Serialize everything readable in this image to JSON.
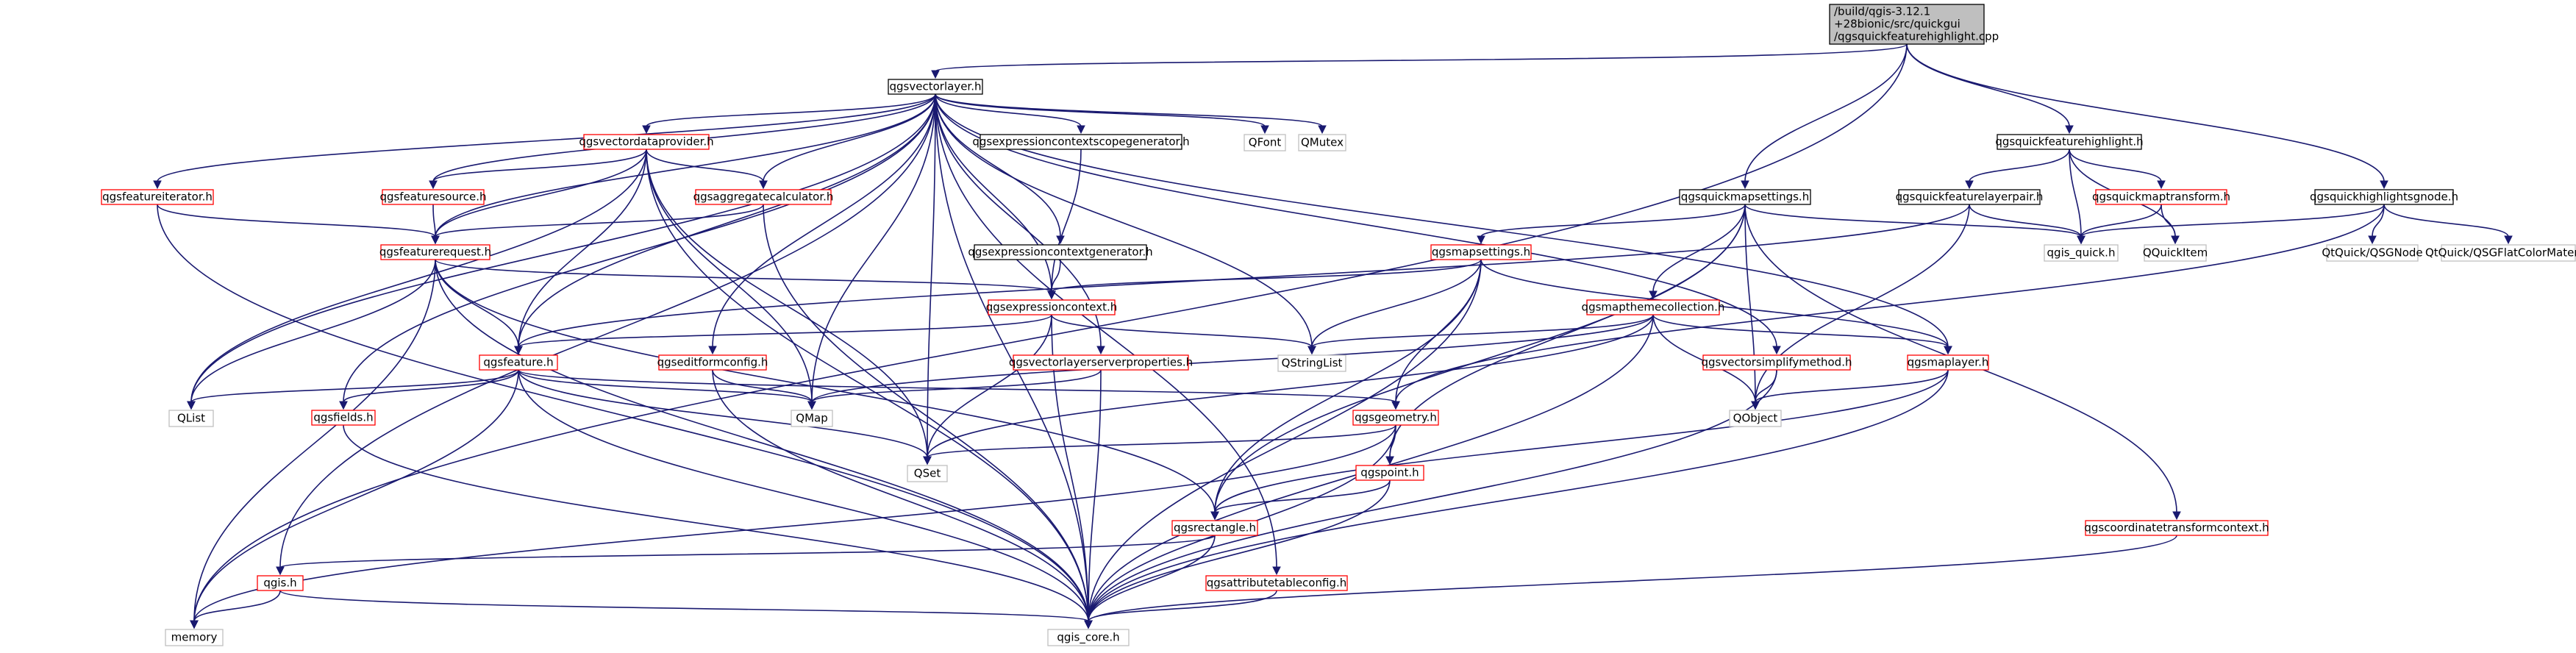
{
  "graph": {
    "nodes": [
      {
        "id": "root",
        "lines": [
          "/build/qgis-3.12.1",
          "+28bionic/src/quickgui",
          "/qgsquickfeaturehighlight.cpp"
        ],
        "style": "root"
      },
      {
        "id": "qgsvectorlayer",
        "lines": [
          "qgsvectorlayer.h"
        ],
        "style": "black"
      },
      {
        "id": "memory",
        "lines": [
          "memory"
        ],
        "style": "gray"
      },
      {
        "id": "qgsquickmapsettings",
        "lines": [
          "qgsquickmapsettings.h"
        ],
        "style": "black"
      },
      {
        "id": "qgsquickfeaturehighlight",
        "lines": [
          "qgsquickfeaturehighlight.h"
        ],
        "style": "black"
      },
      {
        "id": "qgsquickhighlightsgnode",
        "lines": [
          "qgsquickhighlightsgnode.h"
        ],
        "style": "black"
      },
      {
        "id": "qgsvectordataprovider",
        "lines": [
          "qgsvectordataprovider.h"
        ],
        "style": "red"
      },
      {
        "id": "qgsexpressioncontextscopegenerator",
        "lines": [
          "qgsexpressioncontextscopegenerator.h"
        ],
        "style": "black"
      },
      {
        "id": "QFont",
        "lines": [
          "QFont"
        ],
        "style": "gray"
      },
      {
        "id": "QMutex",
        "lines": [
          "QMutex"
        ],
        "style": "gray"
      },
      {
        "id": "qgsfeatureiterator",
        "lines": [
          "qgsfeatureiterator.h"
        ],
        "style": "red"
      },
      {
        "id": "qgsfeaturesource",
        "lines": [
          "qgsfeaturesource.h"
        ],
        "style": "red"
      },
      {
        "id": "qgsaggregatecalculator",
        "lines": [
          "qgsaggregatecalculator.h"
        ],
        "style": "red"
      },
      {
        "id": "qgsquickfeaturelayerpair",
        "lines": [
          "qgsquickfeaturelayerpair.h"
        ],
        "style": "black"
      },
      {
        "id": "qgsquickmaptransform",
        "lines": [
          "qgsquickmaptransform.h"
        ],
        "style": "red"
      },
      {
        "id": "qgsfeaturerequest",
        "lines": [
          "qgsfeaturerequest.h"
        ],
        "style": "red"
      },
      {
        "id": "qgsexpressioncontextgenerator",
        "lines": [
          "qgsexpressioncontextgenerator.h"
        ],
        "style": "black"
      },
      {
        "id": "qgsmapsettings",
        "lines": [
          "qgsmapsettings.h"
        ],
        "style": "red"
      },
      {
        "id": "qgis_quick",
        "lines": [
          "qgis_quick.h"
        ],
        "style": "gray"
      },
      {
        "id": "QQuickItem",
        "lines": [
          "QQuickItem"
        ],
        "style": "gray"
      },
      {
        "id": "QtQuickQSGNode",
        "lines": [
          "QtQuick/QSGNode"
        ],
        "style": "gray"
      },
      {
        "id": "QtQuickQSGFlatColorMaterial",
        "lines": [
          "QtQuick/QSGFlatColorMaterial"
        ],
        "style": "gray"
      },
      {
        "id": "qgsexpressioncontext",
        "lines": [
          "qgsexpressioncontext.h"
        ],
        "style": "red"
      },
      {
        "id": "qgsmapthemecollection",
        "lines": [
          "qgsmapthemecollection.h"
        ],
        "style": "red"
      },
      {
        "id": "qgsfeature",
        "lines": [
          "qgsfeature.h"
        ],
        "style": "red"
      },
      {
        "id": "qgseditformconfig",
        "lines": [
          "qgseditformconfig.h"
        ],
        "style": "red"
      },
      {
        "id": "qgsvectorlayerserverproperties",
        "lines": [
          "qgsvectorlayerserverproperties.h"
        ],
        "style": "red"
      },
      {
        "id": "QStringList",
        "lines": [
          "QStringList"
        ],
        "style": "gray"
      },
      {
        "id": "qgsvectorsimplifymethod",
        "lines": [
          "qgsvectorsimplifymethod.h"
        ],
        "style": "red"
      },
      {
        "id": "qgsmaplayer",
        "lines": [
          "qgsmaplayer.h"
        ],
        "style": "red"
      },
      {
        "id": "QList",
        "lines": [
          "QList"
        ],
        "style": "gray"
      },
      {
        "id": "qgsfields",
        "lines": [
          "qgsfields.h"
        ],
        "style": "red"
      },
      {
        "id": "QMap",
        "lines": [
          "QMap"
        ],
        "style": "gray"
      },
      {
        "id": "qgsgeometry",
        "lines": [
          "qgsgeometry.h"
        ],
        "style": "red"
      },
      {
        "id": "QObject",
        "lines": [
          "QObject"
        ],
        "style": "gray"
      },
      {
        "id": "QSet",
        "lines": [
          "QSet"
        ],
        "style": "gray"
      },
      {
        "id": "qgspoint",
        "lines": [
          "qgspoint.h"
        ],
        "style": "red"
      },
      {
        "id": "qgsrectangle",
        "lines": [
          "qgsrectangle.h"
        ],
        "style": "red"
      },
      {
        "id": "qgscoordinatetransformcontext",
        "lines": [
          "qgscoordinatetransformcontext.h"
        ],
        "style": "red"
      },
      {
        "id": "qgis",
        "lines": [
          "qgis.h"
        ],
        "style": "red"
      },
      {
        "id": "qgsattributetableconfig",
        "lines": [
          "qgsattributetableconfig.h"
        ],
        "style": "red"
      },
      {
        "id": "qgis_core",
        "lines": [
          "qgis_core.h"
        ],
        "style": "gray"
      }
    ],
    "edges": [
      [
        "root",
        "qgsvectorlayer"
      ],
      [
        "root",
        "memory"
      ],
      [
        "root",
        "qgsquickmapsettings"
      ],
      [
        "root",
        "qgsquickfeaturehighlight"
      ],
      [
        "root",
        "qgsquickhighlightsgnode"
      ],
      [
        "qgsvectorlayer",
        "qgsvectordataprovider"
      ],
      [
        "qgsvectorlayer",
        "qgsexpressioncontextscopegenerator"
      ],
      [
        "qgsvectorlayer",
        "QFont"
      ],
      [
        "qgsvectorlayer",
        "QMutex"
      ],
      [
        "qgsvectorlayer",
        "qgsfeatureiterator"
      ],
      [
        "qgsvectorlayer",
        "qgsfeaturesource"
      ],
      [
        "qgsvectorlayer",
        "qgsaggregatecalculator"
      ],
      [
        "qgsvectorlayer",
        "qgsfeaturerequest"
      ],
      [
        "qgsvectorlayer",
        "qgsexpressioncontextgenerator"
      ],
      [
        "qgsvectorlayer",
        "qgsexpressioncontext"
      ],
      [
        "qgsvectorlayer",
        "qgsfeature"
      ],
      [
        "qgsvectorlayer",
        "qgseditformconfig"
      ],
      [
        "qgsvectorlayer",
        "qgsvectorlayerserverproperties"
      ],
      [
        "qgsvectorlayer",
        "QStringList"
      ],
      [
        "qgsvectorlayer",
        "qgsvectorsimplifymethod"
      ],
      [
        "qgsvectorlayer",
        "qgsmaplayer"
      ],
      [
        "qgsvectorlayer",
        "QList"
      ],
      [
        "qgsvectorlayer",
        "qgsfields"
      ],
      [
        "qgsvectorlayer",
        "QMap"
      ],
      [
        "qgsvectorlayer",
        "QSet"
      ],
      [
        "qgsvectorlayer",
        "qgis"
      ],
      [
        "qgsvectorlayer",
        "qgsattributetableconfig"
      ],
      [
        "qgsvectorlayer",
        "qgis_core"
      ],
      [
        "qgsvectordataprovider",
        "qgsfeaturesource"
      ],
      [
        "qgsvectordataprovider",
        "qgsaggregatecalculator"
      ],
      [
        "qgsvectordataprovider",
        "qgsfeaturerequest"
      ],
      [
        "qgsvectordataprovider",
        "qgsfeature"
      ],
      [
        "qgsvectordataprovider",
        "QList"
      ],
      [
        "qgsvectordataprovider",
        "QMap"
      ],
      [
        "qgsvectordataprovider",
        "QSet"
      ],
      [
        "qgsvectordataprovider",
        "qgis_core"
      ],
      [
        "qgsexpressioncontextscopegenerator",
        "qgsexpressioncontext"
      ],
      [
        "qgsfeatureiterator",
        "qgsfeaturerequest"
      ],
      [
        "qgsfeatureiterator",
        "qgis_core"
      ],
      [
        "qgsfeaturesource",
        "qgsfeaturerequest"
      ],
      [
        "qgsaggregatecalculator",
        "qgsfeaturerequest"
      ],
      [
        "qgsaggregatecalculator",
        "qgis_core"
      ],
      [
        "qgsfeaturerequest",
        "qgsexpressioncontext"
      ],
      [
        "qgsfeaturerequest",
        "qgsfeature"
      ],
      [
        "qgsfeaturerequest",
        "QList"
      ],
      [
        "qgsfeaturerequest",
        "memory"
      ],
      [
        "qgsfeaturerequest",
        "qgsrectangle"
      ],
      [
        "qgsfeaturerequest",
        "qgis_core"
      ],
      [
        "qgsexpressioncontextgenerator",
        "qgsexpressioncontext"
      ],
      [
        "qgsexpressioncontext",
        "qgsfeature"
      ],
      [
        "qgsexpressioncontext",
        "QStringList"
      ],
      [
        "qgsexpressioncontext",
        "QSet"
      ],
      [
        "qgsexpressioncontext",
        "qgis_core"
      ],
      [
        "qgsfeature",
        "QList"
      ],
      [
        "qgsfeature",
        "qgsfields"
      ],
      [
        "qgsfeature",
        "QMap"
      ],
      [
        "qgsfeature",
        "qgsgeometry"
      ],
      [
        "qgsfeature",
        "QSet"
      ],
      [
        "qgsfeature",
        "memory"
      ],
      [
        "qgsfeature",
        "qgis_core"
      ],
      [
        "qgseditformconfig",
        "QMap"
      ],
      [
        "qgseditformconfig",
        "qgis_core"
      ],
      [
        "qgsvectorlayerserverproperties",
        "QMap"
      ],
      [
        "qgsvectorlayerserverproperties",
        "qgis_core"
      ],
      [
        "qgsfields",
        "qgis_core"
      ],
      [
        "qgsquickmapsettings",
        "qgsmapsettings"
      ],
      [
        "qgsquickmapsettings",
        "qgis_quick"
      ],
      [
        "qgsquickmapsettings",
        "qgsmapthemecollection"
      ],
      [
        "qgsquickmapsettings",
        "qgspoint"
      ],
      [
        "qgsquickmapsettings",
        "qgsrectangle"
      ],
      [
        "qgsquickmapsettings",
        "QObject"
      ],
      [
        "qgsquickmapsettings",
        "qgscoordinatetransformcontext"
      ],
      [
        "qgsquickfeaturehighlight",
        "qgsquickfeaturelayerpair"
      ],
      [
        "qgsquickfeaturehighlight",
        "qgsquickmaptransform"
      ],
      [
        "qgsquickfeaturehighlight",
        "qgis_quick"
      ],
      [
        "qgsquickfeaturehighlight",
        "QQuickItem"
      ],
      [
        "qgsquickfeaturelayerpair",
        "qgsfeature"
      ],
      [
        "qgsquickfeaturelayerpair",
        "qgis_quick"
      ],
      [
        "qgsquickfeaturelayerpair",
        "QObject"
      ],
      [
        "qgsquickmaptransform",
        "qgis_quick"
      ],
      [
        "qgsquickmaptransform",
        "QQuickItem"
      ],
      [
        "qgsquickhighlightsgnode",
        "qgis_quick"
      ],
      [
        "qgsquickhighlightsgnode",
        "QtQuickQSGNode"
      ],
      [
        "qgsquickhighlightsgnode",
        "QtQuickQSGFlatColorMaterial"
      ],
      [
        "qgsquickhighlightsgnode",
        "qgsgeometry"
      ],
      [
        "qgsmapsettings",
        "qgsexpressioncontext"
      ],
      [
        "qgsmapsettings",
        "QStringList"
      ],
      [
        "qgsmapsettings",
        "qgsmaplayer"
      ],
      [
        "qgsmapsettings",
        "qgsgeometry"
      ],
      [
        "qgsmapsettings",
        "qgsrectangle"
      ],
      [
        "qgsmapsettings",
        "qgis_core"
      ],
      [
        "qgsmapthemecollection",
        "QStringList"
      ],
      [
        "qgsmapthemecollection",
        "qgsmaplayer"
      ],
      [
        "qgsmapthemecollection",
        "QMap"
      ],
      [
        "qgsmapthemecollection",
        "QSet"
      ],
      [
        "qgsmapthemecollection",
        "QObject"
      ],
      [
        "qgsmapthemecollection",
        "qgis_core"
      ],
      [
        "qgsvectorsimplifymethod",
        "QObject"
      ],
      [
        "qgsvectorsimplifymethod",
        "qgis_core"
      ],
      [
        "qgsmaplayer",
        "QObject"
      ],
      [
        "qgsmaplayer",
        "qgsrectangle"
      ],
      [
        "qgsmaplayer",
        "qgis_core"
      ],
      [
        "qgsgeometry",
        "qgspoint"
      ],
      [
        "qgsgeometry",
        "QSet"
      ],
      [
        "qgsgeometry",
        "memory"
      ],
      [
        "qgsgeometry",
        "qgis_core"
      ],
      [
        "qgspoint",
        "qgsrectangle"
      ],
      [
        "qgspoint",
        "qgis_core"
      ],
      [
        "qgsrectangle",
        "qgis"
      ],
      [
        "qgsrectangle",
        "qgis_core"
      ],
      [
        "qgscoordinatetransformcontext",
        "qgis_core"
      ],
      [
        "qgis",
        "memory"
      ],
      [
        "qgis",
        "qgis_core"
      ],
      [
        "qgsattributetableconfig",
        "qgis_core"
      ]
    ]
  },
  "colors": {
    "edge": "#191970",
    "root_fill": "#bfbfbf",
    "root_border": "#000000",
    "black_border": "#000000",
    "red_border": "#ff0000",
    "gray_border": "#bfbfbf",
    "node_fill": "#ffffff",
    "text": "#000000"
  }
}
